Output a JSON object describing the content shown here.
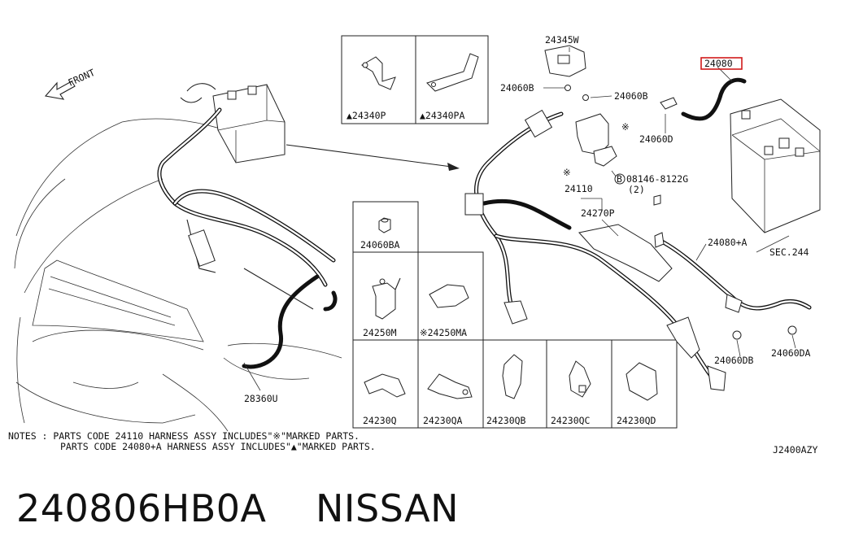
{
  "front_label": "FRONT",
  "diagram_code": "J2400AZY",
  "caption": {
    "part_number": "240806HB0A",
    "brand": "NISSAN"
  },
  "highlight_color": "#d11a1a",
  "callouts": {
    "p24345W": "24345W",
    "p24060B_left": "24060B",
    "p24060B_right": "24060B",
    "p24080_highlight": "24080",
    "p24060D": "24060D",
    "p08146": "08146-8122G",
    "p08146_qty": "(2)",
    "p08146_marker": "B",
    "p24110": "24110",
    "p24270P": "24270P",
    "p24080A": "24080+A",
    "p_sec244": "SEC.244",
    "p24060DB": "24060DB",
    "p24060DA": "24060DA",
    "p28360U": "28360U"
  },
  "top_inset": [
    {
      "label": "▲24340P"
    },
    {
      "label": "▲24340PA"
    }
  ],
  "grid_row1": [
    {
      "label": "24060BA"
    }
  ],
  "grid_row2": [
    {
      "label": "24250M"
    },
    {
      "label": "※24250MA"
    }
  ],
  "grid_row3": [
    {
      "label": "24230Q"
    },
    {
      "label": "24230QA"
    },
    {
      "label": "24230QB"
    },
    {
      "label": "24230QC"
    },
    {
      "label": "24230QD"
    }
  ],
  "notes": {
    "line1": "NOTES : PARTS CODE 24110 HARNESS ASSY INCLUDES\"※\"MARKED PARTS.",
    "line2": "PARTS CODE 24080+A HARNESS ASSY INCLUDES\"▲\"MARKED PARTS."
  }
}
